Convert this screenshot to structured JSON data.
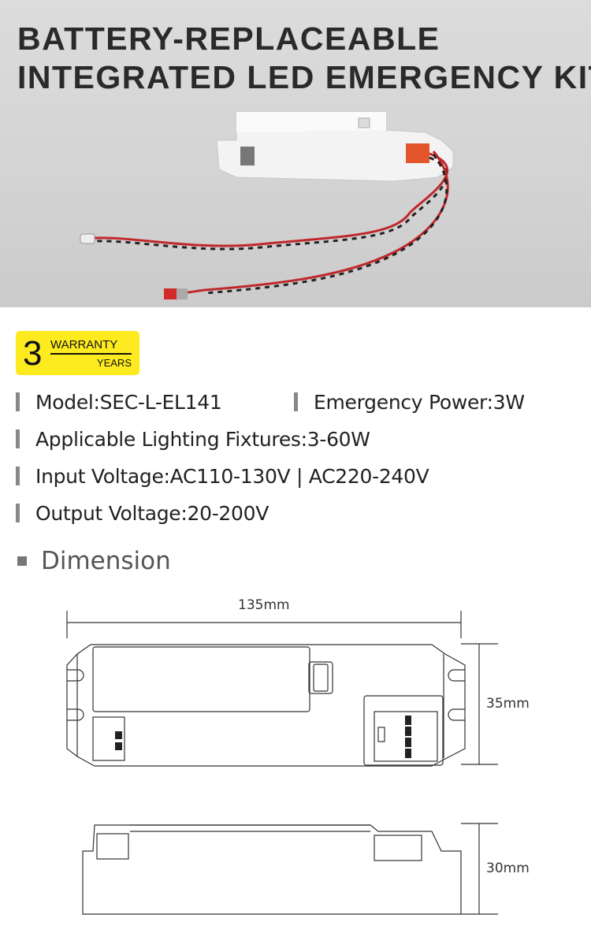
{
  "header": {
    "title_line1": "BATTERY-REPLACEABLE",
    "title_line2": "INTEGRATED LED EMERGENCY KIT"
  },
  "warranty": {
    "number": "3",
    "label": "WARRANTY",
    "unit": "YEARS",
    "color": "#fdeb1f"
  },
  "specs": [
    {
      "text": "Model:SEC-L-EL141"
    },
    {
      "text": "Emergency Power:3W"
    },
    {
      "text": "Applicable Lighting Fixtures:3-60W"
    },
    {
      "text": "Input Voltage:AC110-130V | AC220-240V"
    },
    {
      "text": "Output Voltage:20-200V"
    }
  ],
  "dimension": {
    "heading": "Dimension",
    "length": "135mm",
    "width": "35mm",
    "height": "30mm"
  }
}
